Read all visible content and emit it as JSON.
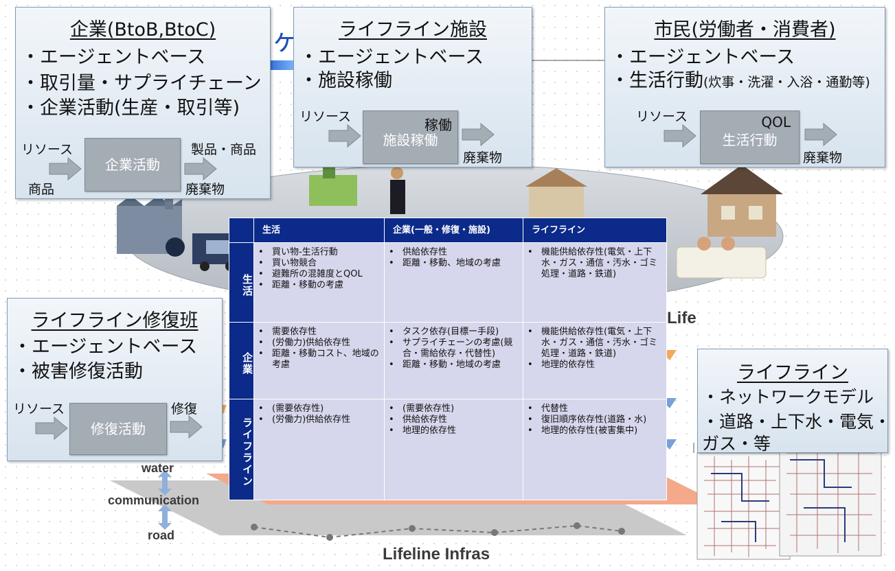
{
  "scene_labels": {
    "lifeline_infras": "Lifeline Infras",
    "life": "Life",
    "water": "water",
    "communication": "communication",
    "road": "road"
  },
  "callouts": {
    "company": {
      "title": "企業(BtoB,BtoC)",
      "bullets": [
        "・エージェントベース",
        "・取引量・サプライチェーン",
        "・企業活動(生産・取引等)"
      ],
      "input_left": "リソース",
      "input_left2": "商品",
      "process": "企業活動",
      "output_top": "製品・商品",
      "output_bottom": "廃棄物"
    },
    "lifeline_facility": {
      "title": "ライフライン施設",
      "bullets": [
        "・エージェントベース",
        "・施設稼働"
      ],
      "input_left": "リソース",
      "process_top": "稼働",
      "process": "施設稼働",
      "output_bottom": "廃棄物"
    },
    "citizen": {
      "title": "市民(労働者・消費者)",
      "bullets": [
        "・エージェントベース",
        "・生活行動"
      ],
      "bullet_note": "(炊事・洗濯・入浴・通勤等)",
      "input_left": "リソース",
      "process_top": "QOL",
      "process": "生活行動",
      "output_bottom": "廃棄物"
    },
    "repair": {
      "title": "ライフライン修復班",
      "bullets": [
        "・エージェントベース",
        "・被害修復活動"
      ],
      "input_left": "リソース",
      "process": "修復活動",
      "output_top": "修復"
    },
    "lifeline_net": {
      "title": "ライフライン",
      "bullets": [
        "・ネットワークモデル",
        "・道路・上下水・電気・",
        "ガス・等"
      ]
    }
  },
  "matrix": {
    "headers": [
      "生活",
      "企業(一般・修復・施設)",
      "ライフライン"
    ],
    "rows": [
      {
        "label": "生活",
        "cells": [
          [
            "買い物-生活行動",
            "買い物競合",
            "避難所の混雑度とQOL",
            "距離・移動の考慮"
          ],
          [
            "供給依存性",
            "距離・移動、地域の考慮"
          ],
          [
            "機能供給依存性(電気・上下水・ガス・通信・汚水・ゴミ処理・道路・鉄道)"
          ]
        ]
      },
      {
        "label": "企業",
        "cells": [
          [
            "需要依存性",
            "(労働力)供給依存性",
            "距離・移動コスト、地域の考慮"
          ],
          [
            "タスク依存(目標ー手段)",
            "サプライチェーンの考慮(競合・需給依存・代替性)",
            "距離・移動・地域の考慮"
          ],
          [
            "機能供給依存性(電気・上下水・ガス・通信・汚水・ゴミ処理・道路・鉄道)",
            "地理的依存性"
          ]
        ]
      },
      {
        "label": "ライフライン",
        "cells": [
          [
            "(需要依存性)",
            "(労働力)供給依存性"
          ],
          [
            "(需要依存性)",
            "供給依存性",
            "地理的依存性"
          ],
          [
            "代替性",
            "復旧順序依存性(道路・水)",
            "地理的依存性(被害集中)"
          ]
        ]
      }
    ]
  },
  "colors": {
    "header": "#0b2a89",
    "cell": "#d6d6ec",
    "callout_border": "#7f9bb6",
    "process_box": "#a4acb4"
  }
}
